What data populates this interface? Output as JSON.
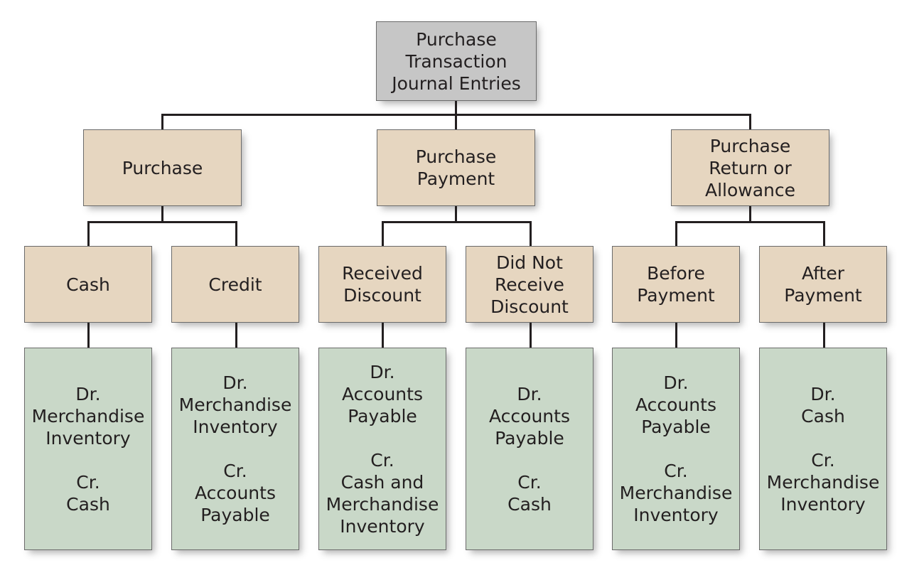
{
  "diagram": {
    "title": "Purchase Transaction Journal Entries",
    "type": "hierarchy-tree",
    "colors": {
      "root_fill": "#c6c6c6",
      "category_fill": "#e6d6c0",
      "entry_fill": "#c9d8c8",
      "border": "#6b6b6b",
      "connector": "#231f20",
      "text": "#231f20",
      "background": "#ffffff"
    }
  },
  "root": {
    "label": "Purchase\nTransaction\nJournal Entries"
  },
  "level2": [
    {
      "label": "Purchase"
    },
    {
      "label": "Purchase\nPayment"
    },
    {
      "label": "Purchase\nReturn or\nAllowance"
    }
  ],
  "level3": [
    {
      "label": "Cash"
    },
    {
      "label": "Credit"
    },
    {
      "label": "Received\nDiscount"
    },
    {
      "label": "Did Not\nReceive\nDiscount"
    },
    {
      "label": "Before\nPayment"
    },
    {
      "label": "After\nPayment"
    }
  ],
  "level4": [
    {
      "label": "Dr.\nMerchandise\nInventory\n\nCr.\nCash"
    },
    {
      "label": "Dr.\nMerchandise\nInventory\n\nCr.\nAccounts\nPayable"
    },
    {
      "label": "Dr.\nAccounts\nPayable\n\nCr.\nCash and\nMerchandise\nInventory"
    },
    {
      "label": "Dr.\nAccounts\nPayable\n\nCr.\nCash"
    },
    {
      "label": "Dr.\nAccounts\nPayable\n\nCr.\nMerchandise\nInventory"
    },
    {
      "label": "Dr.\nCash\n\nCr.\nMerchandise\nInventory"
    }
  ]
}
